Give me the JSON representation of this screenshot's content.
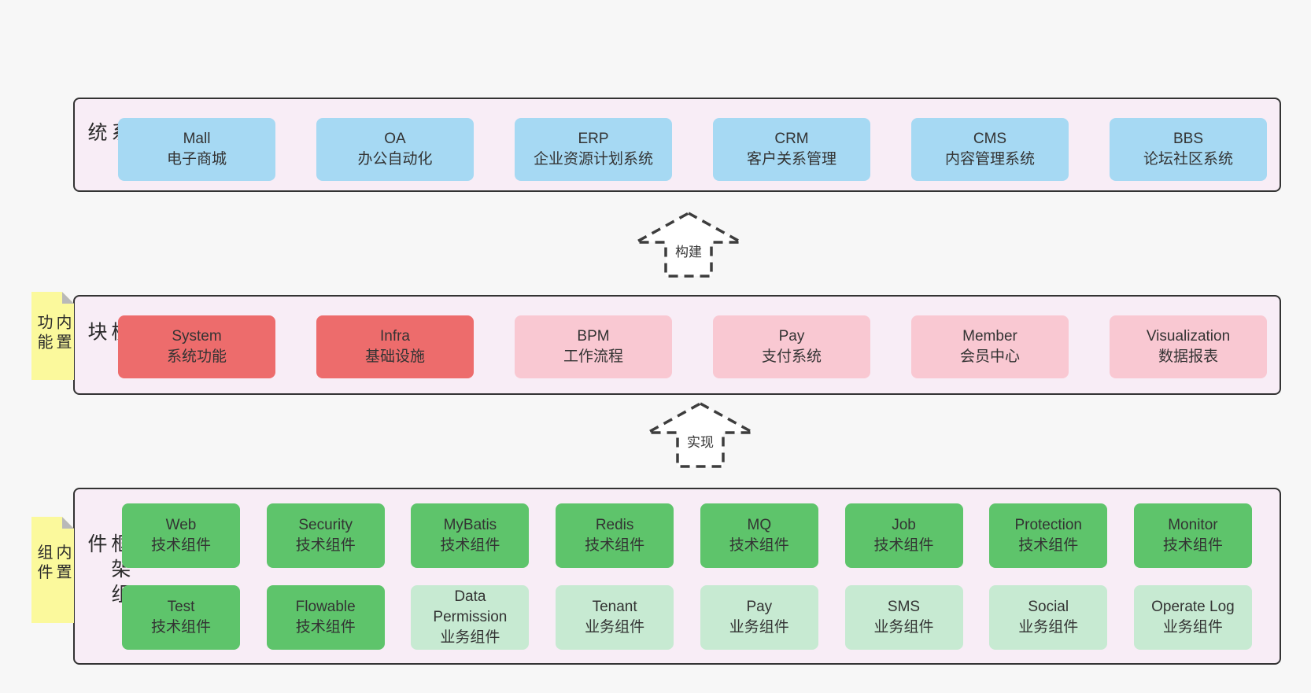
{
  "colors": {
    "page_bg": "#f7f7f7",
    "layer_bg": "#f8edf6",
    "layer_border": "#333333",
    "blue_box": "#a6d9f3",
    "red_box": "#ed6c6c",
    "pink_box": "#f9c8d2",
    "green_box": "#5ec46b",
    "light_green_box": "#c7ead2",
    "tag_yellow": "#fbf99c",
    "tag_fold_gray": "#b9b9b9",
    "text": "#333333"
  },
  "arrows": {
    "build": {
      "label": "构建"
    },
    "implement": {
      "label": "实现"
    }
  },
  "layers": {
    "business": {
      "label": "业务系统",
      "boxes": [
        {
          "title": "Mall",
          "subtitle": "电子商城",
          "variant": "blue"
        },
        {
          "title": "OA",
          "subtitle": "办公自动化",
          "variant": "blue"
        },
        {
          "title": "ERP",
          "subtitle": "企业资源计划系统",
          "variant": "blue"
        },
        {
          "title": "CRM",
          "subtitle": "客户关系管理",
          "variant": "blue"
        },
        {
          "title": "CMS",
          "subtitle": "内容管理系统",
          "variant": "blue"
        },
        {
          "title": "BBS",
          "subtitle": "论坛社区系统",
          "variant": "blue"
        }
      ]
    },
    "modules": {
      "label": "通用模块",
      "tag": "内置功能",
      "boxes": [
        {
          "title": "System",
          "subtitle": "系统功能",
          "variant": "red"
        },
        {
          "title": "Infra",
          "subtitle": "基础设施",
          "variant": "red"
        },
        {
          "title": "BPM",
          "subtitle": "工作流程",
          "variant": "pink"
        },
        {
          "title": "Pay",
          "subtitle": "支付系统",
          "variant": "pink"
        },
        {
          "title": "Member",
          "subtitle": "会员中心",
          "variant": "pink"
        },
        {
          "title": "Visualization",
          "subtitle": "数据报表",
          "variant": "pink"
        }
      ]
    },
    "framework": {
      "label": "框架组件",
      "tag": "内置组件",
      "row1": [
        {
          "title": "Web",
          "subtitle": "技术组件",
          "variant": "green"
        },
        {
          "title": "Security",
          "subtitle": "技术组件",
          "variant": "green"
        },
        {
          "title": "MyBatis",
          "subtitle": "技术组件",
          "variant": "green"
        },
        {
          "title": "Redis",
          "subtitle": "技术组件",
          "variant": "green"
        },
        {
          "title": "MQ",
          "subtitle": "技术组件",
          "variant": "green"
        },
        {
          "title": "Job",
          "subtitle": "技术组件",
          "variant": "green"
        },
        {
          "title": "Protection",
          "subtitle": "技术组件",
          "variant": "green"
        },
        {
          "title": "Monitor",
          "subtitle": "技术组件",
          "variant": "green"
        }
      ],
      "row2": [
        {
          "title": "Test",
          "subtitle": "技术组件",
          "variant": "green"
        },
        {
          "title": "Flowable",
          "subtitle": "技术组件",
          "variant": "green"
        },
        {
          "title": "Data Permission",
          "subtitle": "业务组件",
          "variant": "green-light"
        },
        {
          "title": "Tenant",
          "subtitle": "业务组件",
          "variant": "green-light"
        },
        {
          "title": "Pay",
          "subtitle": "业务组件",
          "variant": "green-light"
        },
        {
          "title": "SMS",
          "subtitle": "业务组件",
          "variant": "green-light"
        },
        {
          "title": "Social",
          "subtitle": "业务组件",
          "variant": "green-light"
        },
        {
          "title": "Operate Log",
          "subtitle": "业务组件",
          "variant": "green-light"
        }
      ]
    }
  }
}
